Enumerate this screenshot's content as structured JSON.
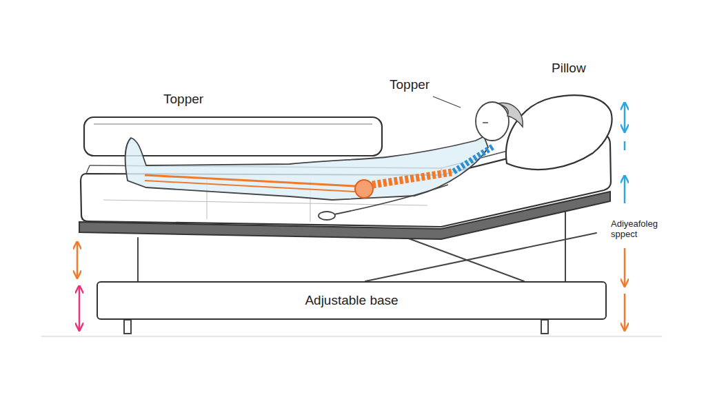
{
  "diagram": {
    "nodes": [
      {
        "text": [
          "Adjustable base"
        ]
      }
    ],
    "labels": [
      "Topper",
      "Topper",
      "Pillow",
      "Adiyeafoleg sppect"
    ]
  }
}
